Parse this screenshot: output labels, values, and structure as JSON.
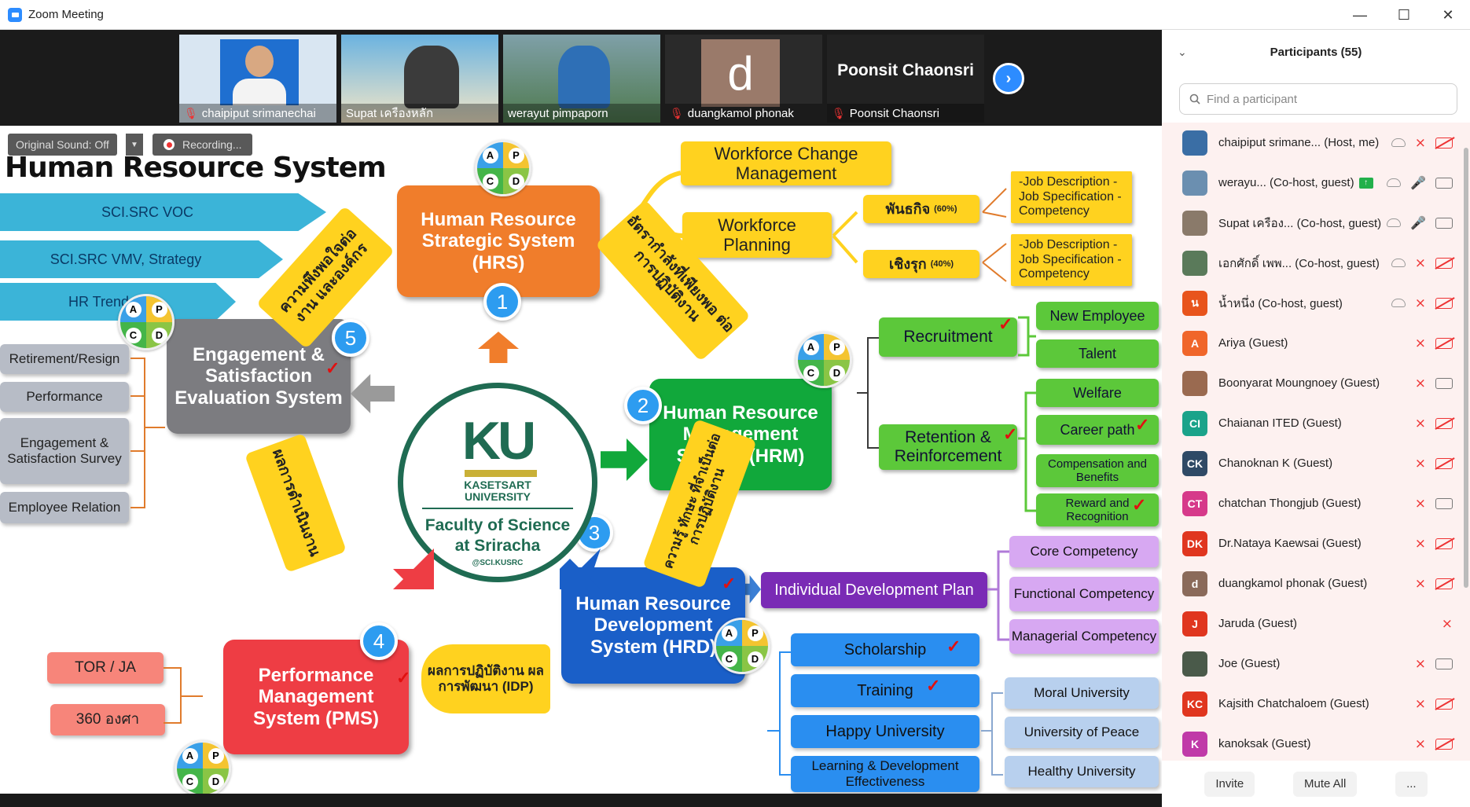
{
  "window": {
    "title": "Zoom Meeting",
    "minimize": "—",
    "maximize": "☐",
    "close": "✕"
  },
  "videos": [
    {
      "name": "chaipiput srimanechai",
      "muted": true
    },
    {
      "name": "Supat เครืองหลัก",
      "muted": false
    },
    {
      "name": "werayut pimpaporn",
      "muted": false
    },
    {
      "name": "duangkamol phonak",
      "muted": true,
      "letter": "d"
    },
    {
      "name": "Poonsit Chaonsri",
      "muted": true,
      "display": "Poonsit Chaonsri"
    }
  ],
  "share_overlay": {
    "original_sound": "Original Sound: Off",
    "recording": "Recording..."
  },
  "slide": {
    "title": "Human Resource System",
    "banners": [
      "SCI.SRC  VOC",
      "SCI.SRC  VMV, Strategy",
      "HR Trends"
    ],
    "hrs": {
      "title": "Human Resource Strategic System (HRS)",
      "num": "1"
    },
    "hrm": {
      "title": "Human Resource Management System (HRM)",
      "num": "2"
    },
    "hrd": {
      "title": "Human Resource Development System (HRD)",
      "num": "3"
    },
    "pms": {
      "title": "Performance Management System (PMS)",
      "num": "4"
    },
    "ess": {
      "title": "Engagement & Satisfaction Evaluation System",
      "num": "5"
    },
    "workforce_change": "Workforce Change Management",
    "workforce_planning": "Workforce Planning",
    "mission": "พันธกิจ",
    "mission_pct": "(60%)",
    "proactive": "เชิงรุก",
    "proactive_pct": "(40%)",
    "job_list_1": "-Job Description -Job Specification -Competency",
    "job_list_2": "-Job Description -Job Specification -Competency",
    "recruitment": "Recruitment",
    "retention": "Retention & Reinforcement",
    "new_employee": "New Employee",
    "talent": "Talent",
    "welfare": "Welfare",
    "career_path": "Career path",
    "compensation": "Compensation and Benefits",
    "reward": "Reward and Recognition",
    "idp": "Individual Development Plan",
    "core": "Core Competency",
    "functional": "Functional Competency",
    "managerial": "Managerial Competency",
    "scholarship": "Scholarship",
    "training": "Training",
    "happy": "Happy University",
    "ld": "Learning & Development Effectiveness",
    "moral": "Moral University",
    "peace": "University of Peace",
    "healthy": "Healthy University",
    "tor": "TOR / JA",
    "deg360": "360 องศา",
    "retirement": "Retirement/Resign",
    "performance": "Performance",
    "survey": "Engagement & Satisfaction Survey",
    "relation": "Employee Relation",
    "thai_1": "ความพึงพอใจต่องาน และองค์กร",
    "thai_2": "อัตรากำลังที่เพียงพอ ต่อการปฏิบัติงาน",
    "thai_3": "ความรู้ ทักษะ ที่จำเป็นต่อการปฏิบัติงาน",
    "thai_4": "ผลการปฏิบัติงาน ผลการพัฒนา (IDP)",
    "thai_5": "ผลการดำเนินงาน",
    "logo": {
      "ku": "KU",
      "kasetsart": "KASETSART",
      "university": "UNIVERSITY",
      "faculty": "Faculty of Science",
      "campus": "at Sriracha",
      "handle": "@SCI.KUSRC"
    },
    "apcd": [
      "A",
      "P",
      "C",
      "D"
    ]
  },
  "participants": {
    "header": "Participants (55)",
    "search_placeholder": "Find a participant",
    "list": [
      {
        "name": "chaipiput srimane... (Host, me)",
        "avatar": "photo",
        "color": "#3a6ea5",
        "mic": "off",
        "cam": "off",
        "cloud": true
      },
      {
        "name": "werayu...  (Co-host, guest)",
        "avatar": "photo",
        "color": "#6b8fb0",
        "mic": "on",
        "cam": "on",
        "cloud": true,
        "share": true
      },
      {
        "name": "Supat เครือง...  (Co-host, guest)",
        "avatar": "photo",
        "color": "#8a7a6a",
        "mic": "on",
        "cam": "on",
        "cloud": true
      },
      {
        "name": "เอกศักดิ์ เพพ...  (Co-host, guest)",
        "avatar": "photo",
        "color": "#5a7a5a",
        "mic": "off",
        "cam": "off",
        "cloud": true
      },
      {
        "name": "น้ำหนึ่ง (Co-host, guest)",
        "avatar": "น",
        "color": "#e8541c",
        "mic": "off",
        "cam": "off",
        "cloud": true
      },
      {
        "name": "Ariya (Guest)",
        "avatar": "A",
        "color": "#f0662a",
        "mic": "off",
        "cam": "off"
      },
      {
        "name": "Boonyarat Moungnoey (Guest)",
        "avatar": "photo",
        "color": "#9a6a50",
        "mic": "off",
        "cam": "on"
      },
      {
        "name": "Chaianan ITED (Guest)",
        "avatar": "CI",
        "color": "#1aa38a",
        "mic": "off",
        "cam": "off"
      },
      {
        "name": "Chanoknan K (Guest)",
        "avatar": "CK",
        "color": "#2f4a66",
        "mic": "off",
        "cam": "off"
      },
      {
        "name": "chatchan Thongjub (Guest)",
        "avatar": "CT",
        "color": "#d63a8a",
        "mic": "off",
        "cam": "on"
      },
      {
        "name": "Dr.Nataya Kaewsai (Guest)",
        "avatar": "DK",
        "color": "#e0361f",
        "mic": "off",
        "cam": "off"
      },
      {
        "name": "duangkamol phonak (Guest)",
        "avatar": "d",
        "color": "#8a6a5a",
        "mic": "off",
        "cam": "off"
      },
      {
        "name": "Jaruda (Guest)",
        "avatar": "J",
        "color": "#e0361f",
        "mic": "off",
        "cam": "none"
      },
      {
        "name": "Joe (Guest)",
        "avatar": "photo",
        "color": "#4a5a4a",
        "mic": "off",
        "cam": "on"
      },
      {
        "name": "Kajsith Chatchaloem (Guest)",
        "avatar": "KC",
        "color": "#e0361f",
        "mic": "off",
        "cam": "off"
      },
      {
        "name": "kanoksak (Guest)",
        "avatar": "K",
        "color": "#c03aa8",
        "mic": "off",
        "cam": "off"
      }
    ],
    "invite": "Invite",
    "mute_all": "Mute All",
    "more": "..."
  }
}
